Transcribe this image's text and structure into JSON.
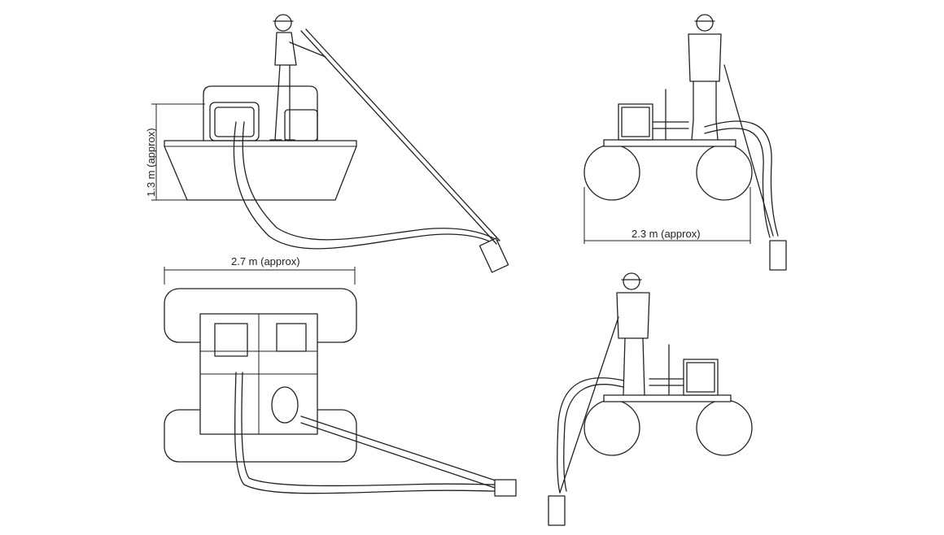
{
  "views": {
    "side": {
      "dimension_label": "1.3 m (approx)"
    },
    "front": {
      "dimension_label": "2.3 m (approx)"
    },
    "top": {
      "dimension_label": "2.7 m (approx)"
    },
    "rear": {}
  },
  "colors": {
    "line": "#222222",
    "background": "#ffffff"
  }
}
